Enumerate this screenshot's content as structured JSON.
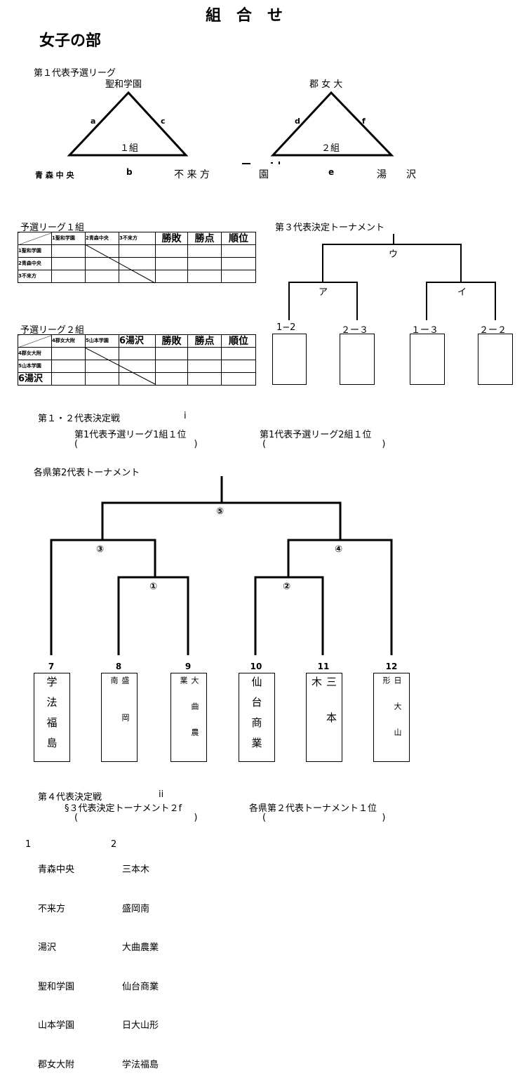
{
  "title": "組　合　せ",
  "division": "女子の部",
  "league": {
    "heading": "第１代表予選リーグ",
    "group1": {
      "top": "聖和学園",
      "left": "青 森 中 央",
      "right": "不 来 方",
      "edge_a": "a",
      "edge_b": "b",
      "edge_c": "c",
      "label": "１組"
    },
    "group2": {
      "top": "郡 女 大",
      "left": "園",
      "right": "湯　　沢",
      "edge_d": "d",
      "edge_e": "e",
      "edge_f": "f",
      "label": "２組"
    }
  },
  "table1": {
    "title": "予選リーグ１組",
    "col_teams": [
      "1聖和学園",
      "2青森中央",
      "3不来方"
    ],
    "headers": [
      "勝敗",
      "勝点",
      "順位"
    ],
    "rows": [
      "1聖和学園",
      "2青森中央",
      "3不来方"
    ]
  },
  "table2": {
    "title": "予選リーグ２組",
    "col_teams": [
      "4郡女大附",
      "5山本学園",
      "6湯沢"
    ],
    "headers": [
      "勝敗",
      "勝点",
      "順位"
    ],
    "rows": [
      "4郡女大附",
      "5山本学園",
      "6湯沢"
    ]
  },
  "third": {
    "title": "第３代表決定トーナメント",
    "final": "ウ",
    "left": "ア",
    "right": "イ",
    "seeds": [
      "1−2",
      "２ー３",
      "１ー３",
      "２ー２"
    ]
  },
  "decider12": {
    "title": "第１・２代表決定戦",
    "mark": "i",
    "left": "第1代表予選リーグ1組１位",
    "right": "第1代表予選リーグ2組１位",
    "left_paren": "(                                        )",
    "right_paren": "(                                        )"
  },
  "second": {
    "title": "各県第2代表トーナメント",
    "rounds": [
      "⑤",
      "③",
      "④",
      "①",
      "②"
    ],
    "teams": [
      {
        "num": "7",
        "name": "学法福島"
      },
      {
        "num": "8",
        "name": "盛岡南"
      },
      {
        "num": "9",
        "name": "大曲農業"
      },
      {
        "num": "10",
        "name": "仙台商業"
      },
      {
        "num": "11",
        "name": "三本木"
      },
      {
        "num": "12",
        "name": "日大山形"
      }
    ]
  },
  "decider4": {
    "title": "第４代表決定戦",
    "mark": "ii",
    "left": "§３代表決定トーナメント２f",
    "right": "各県第２代表トーナメント１位",
    "left_paren": "(                                        )",
    "right_paren": "(                                        )"
  },
  "lists": {
    "col1_num": "1",
    "col1": [
      "青森中央",
      "不来方",
      "湯沢",
      "聖和学園",
      "山本学園",
      "郡女大附"
    ],
    "col2_num": "2",
    "col2": [
      "三本木",
      "盛岡南",
      "大曲農業",
      "仙台商業",
      "日大山形",
      "学法福島"
    ]
  }
}
